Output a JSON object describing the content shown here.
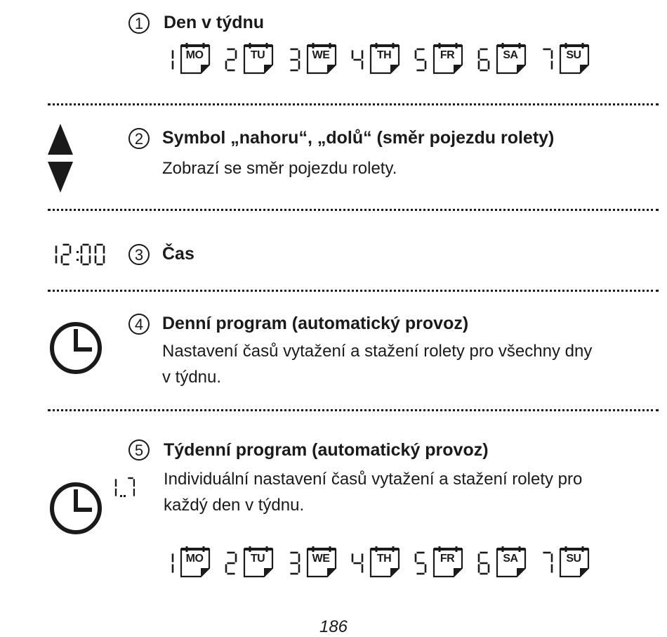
{
  "sections": [
    {
      "number": "1",
      "title": "Den v týdnu"
    },
    {
      "number": "2",
      "title": "Symbol „nahoru“, „dolů“ (směr pojezdu rolety)",
      "description": "Zobrazí se směr pojezdu rolety."
    },
    {
      "number": "3",
      "title": "Čas",
      "display": "12:00"
    },
    {
      "number": "4",
      "title": "Denní program (automatický provoz)",
      "description_line1": "Nastavení časů vytažení a stažení rolety pro všechny dny",
      "description_line2": "v týdnu."
    },
    {
      "number": "5",
      "title": "Týdenní program (automatický provoz)",
      "description_line1": "Individuální nastavení časů vytažení a stažení rolety pro",
      "description_line2": "každý den v týdnu.",
      "range_label": "1..7"
    }
  ],
  "days": [
    {
      "num": "1",
      "abbr": "MO"
    },
    {
      "num": "2",
      "abbr": "TU"
    },
    {
      "num": "3",
      "abbr": "WE"
    },
    {
      "num": "4",
      "abbr": "TH"
    },
    {
      "num": "5",
      "abbr": "FR"
    },
    {
      "num": "6",
      "abbr": "SA"
    },
    {
      "num": "7",
      "abbr": "SU"
    }
  ],
  "page_number": "186",
  "icons": {
    "up_arrow": "triangle-up-icon",
    "down_arrow": "triangle-down-icon",
    "clock": "clock-icon",
    "calendar": "calendar-page-icon"
  }
}
